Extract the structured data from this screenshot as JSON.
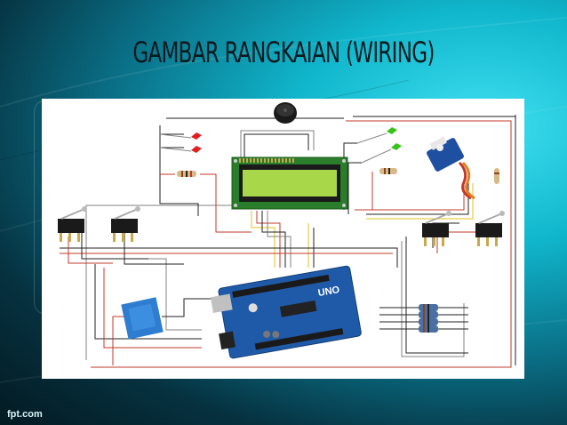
{
  "slide": {
    "title": "GAMBAR RANGKAIAN (WIRING)",
    "footer": "fpt.com"
  },
  "diagram": {
    "arduino_board_label": "UNO",
    "components": [
      "buzzer",
      "lcd-16x2",
      "red-led",
      "green-led",
      "servo-motor",
      "limit-switch",
      "relay-module",
      "resistor",
      "arduino-uno"
    ]
  },
  "colors": {
    "background_light": "#3fe0f0",
    "background_dark": "#031a22",
    "lcd_screen": "#a8d84a",
    "pcb_blue": "#1f5aa8",
    "relay_blue": "#2f7dd0",
    "led_red": "#e02020",
    "led_green": "#39c21a",
    "wire_red": "#c0392b",
    "wire_dark": "#222222",
    "wire_yellow": "#e0c020",
    "wire_gray": "#808080"
  }
}
